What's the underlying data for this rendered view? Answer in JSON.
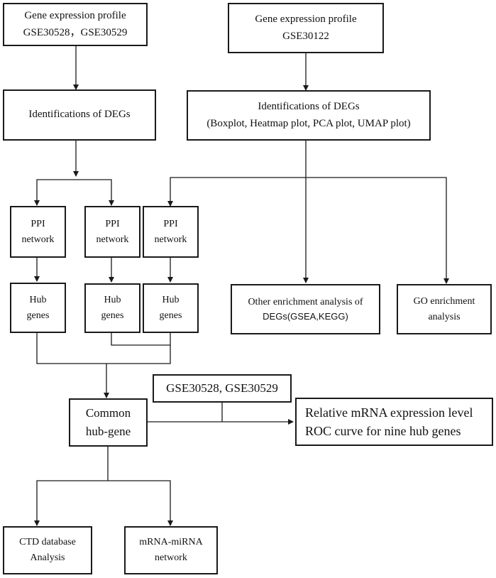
{
  "boxes": {
    "gep1": {
      "line1": "Gene expression profile",
      "line2": "GSE30528，GSE30529"
    },
    "gep2": {
      "line1": "Gene expression profile",
      "line2": "GSE30122"
    },
    "deg1": {
      "line1": "Identifications of DEGs"
    },
    "deg2": {
      "line1": "Identifications of DEGs",
      "line2": "(Boxplot, Heatmap plot, PCA plot, UMAP plot)"
    },
    "ppi1": {
      "line1": "PPI",
      "line2": "network"
    },
    "ppi2": {
      "line1": "PPI",
      "line2": "network"
    },
    "ppi3": {
      "line1": "PPI",
      "line2": "network"
    },
    "hub1": {
      "line1": "Hub",
      "line2": "genes"
    },
    "hub2": {
      "line1": "Hub",
      "line2": "genes"
    },
    "hub3": {
      "line1": "Hub",
      "line2": "genes"
    },
    "other": {
      "line1": "Other enrichment analysis of",
      "line2": "DEGs(GSEA,KEGG)"
    },
    "go": {
      "line1": "GO enrichment",
      "line2": "analysis"
    },
    "gse_label": {
      "line1": "GSE30528, GSE30529"
    },
    "common": {
      "line1": "Common",
      "line2": "hub-gene"
    },
    "rel": {
      "line1": "Relative mRNA expression level",
      "line2": "ROC curve for nine hub genes"
    },
    "ctd": {
      "line1": "CTD database",
      "line2": "Analysis"
    },
    "mirna": {
      "line1": "mRNA-miRNA",
      "line2": "network"
    }
  },
  "colors": {
    "stroke": "#1a1a1a",
    "background": "#ffffff"
  }
}
